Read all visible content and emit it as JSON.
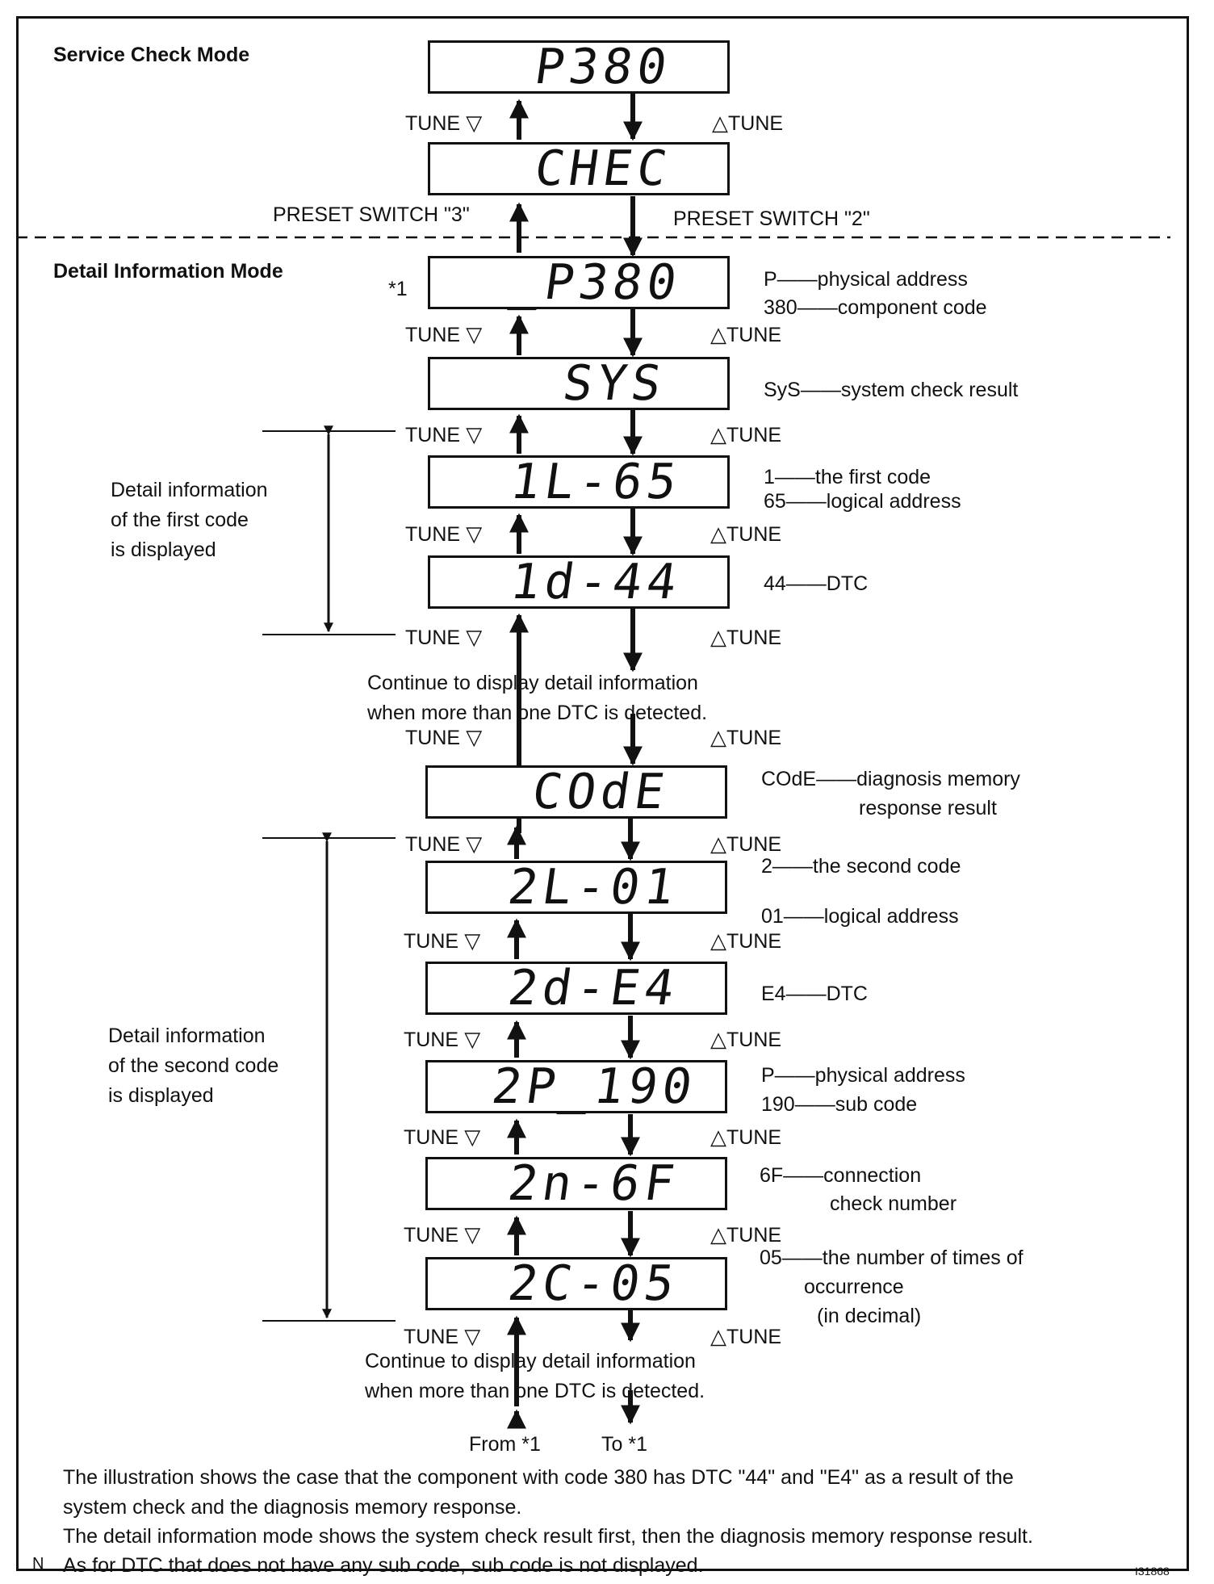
{
  "headers": {
    "service_check": "Service Check Mode",
    "detail_info": "Detail Information Mode"
  },
  "preset": {
    "switch3": "PRESET SWITCH \"3\"",
    "switch2": "PRESET SWITCH \"2\""
  },
  "tune": {
    "down": "TUNE",
    "up": "TUNE",
    "down_icon": "triangle-down-icon",
    "up_icon": "triangle-up-icon"
  },
  "star_ref": "*1",
  "displays": [
    {
      "text": "P380"
    },
    {
      "text": "CHEC"
    },
    {
      "text": "_P380"
    },
    {
      "text": "SYS"
    },
    {
      "text": "1L-65"
    },
    {
      "text": "1d-44"
    },
    {
      "text": "COdE"
    },
    {
      "text": "2L-01"
    },
    {
      "text": "2d-E4"
    },
    {
      "text": "2P_190"
    },
    {
      "text": "2n-6F"
    },
    {
      "text": "2C-05"
    }
  ],
  "notes": [
    "P——physical address",
    "380——component code",
    "SyS——system check result",
    "1——the first code",
    "65——logical address",
    "44——DTC",
    "COdE——diagnosis memory",
    "response result",
    "2——the second code",
    "01——logical address",
    "E4——DTC",
    "P——physical address",
    "190——sub code",
    "6F——connection",
    "check number",
    "05——the number of times of",
    "occurrence",
    "(in decimal)"
  ],
  "brackets": {
    "first": [
      "Detail information",
      "of the first code",
      "is displayed"
    ],
    "second": [
      "Detail information",
      "of the second code",
      "is displayed"
    ]
  },
  "continue": [
    "Continue to display detail information",
    "when more than one DTC is detected."
  ],
  "from_label": "From *1",
  "to_label": "To *1",
  "footer": {
    "lines": [
      "The illustration shows the case that the component with code 380 has DTC \"44\"  and \"E4\" as a result of the",
      "system check and the diagnosis memory response.",
      "The detail information mode shows the system check result first, then the diagnosis memory response result.",
      "As for DTC that does not have any sub code, sub code is not displayed."
    ],
    "marker": "N",
    "figure_id": "I31868"
  }
}
